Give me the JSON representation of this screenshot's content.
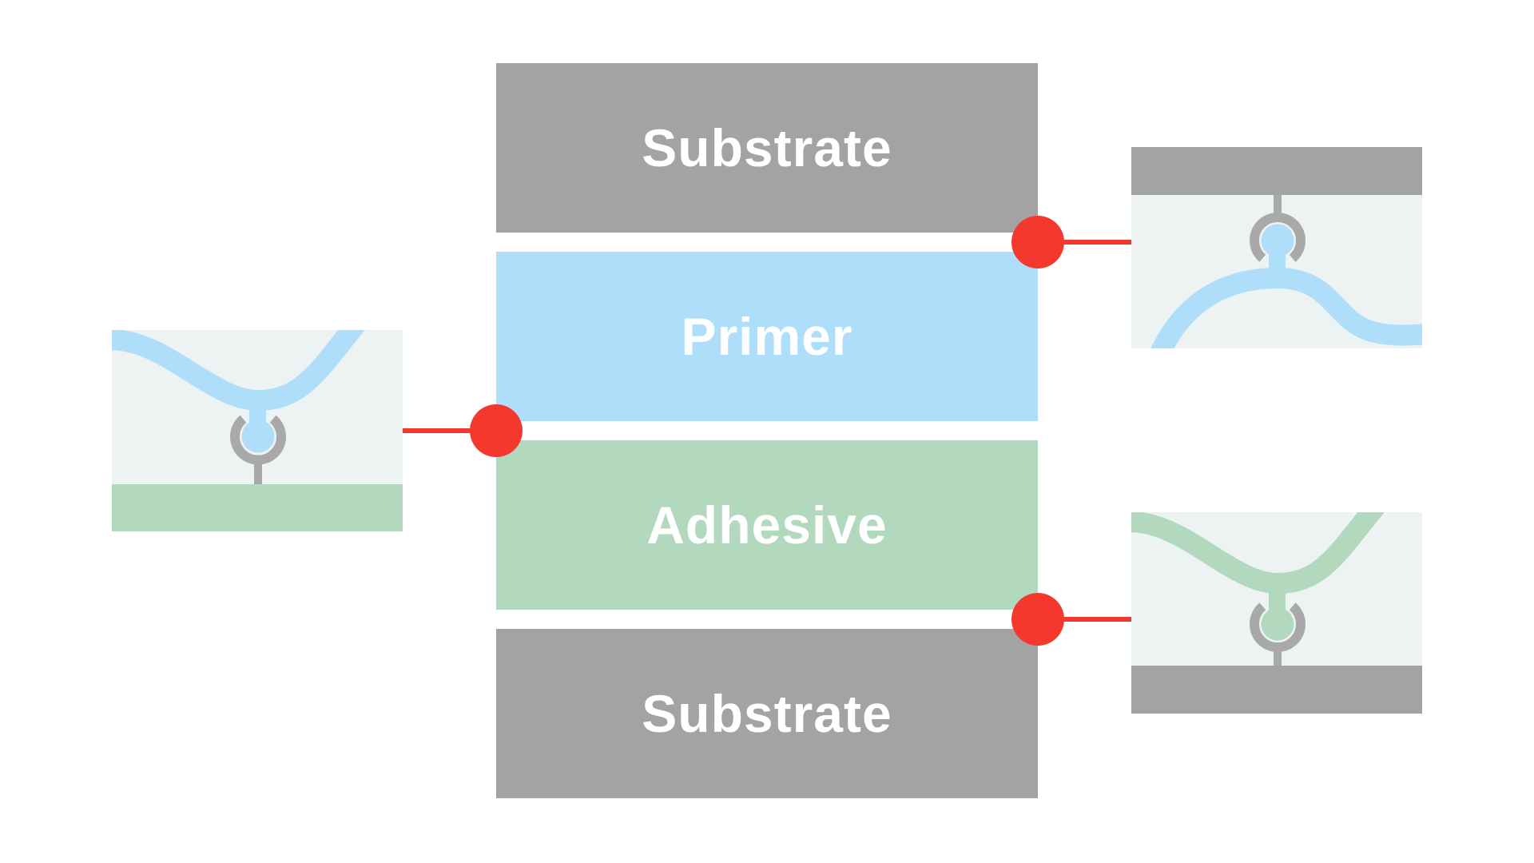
{
  "diagram": {
    "type": "layer-stack-with-interface-callouts",
    "layers": [
      {
        "label": "Substrate",
        "color": "#a3a3a3",
        "text_color": "#ffffff"
      },
      {
        "label": "Primer",
        "color": "#aedef9",
        "text_color": "#ffffff"
      },
      {
        "label": "Adhesive",
        "color": "#b2d8be",
        "text_color": "#ffffff"
      },
      {
        "label": "Substrate",
        "color": "#a3a3a3",
        "text_color": "#ffffff"
      }
    ],
    "callouts": [
      {
        "name": "substrate-primer-interface",
        "side": "top-right",
        "icon": "coupling-bond-closeup",
        "top_material": "substrate",
        "bottom_material": "primer"
      },
      {
        "name": "primer-adhesive-interface",
        "side": "left",
        "icon": "coupling-bond-closeup",
        "top_material": "primer",
        "bottom_material": "adhesive"
      },
      {
        "name": "adhesive-substrate-interface",
        "side": "bottom-right",
        "icon": "coupling-bond-closeup",
        "top_material": "adhesive",
        "bottom_material": "substrate"
      }
    ],
    "colors": {
      "canvas_white": "#ffffff",
      "substrate_gray": "#a3a3a3",
      "primer_blue": "#aedef9",
      "adhesive_green": "#b2d8be",
      "coupling_gray": "#a9a9a9",
      "inset_background": "#edf3f2",
      "connector_red": "#f5382e",
      "label_white": "#ffffff"
    }
  }
}
